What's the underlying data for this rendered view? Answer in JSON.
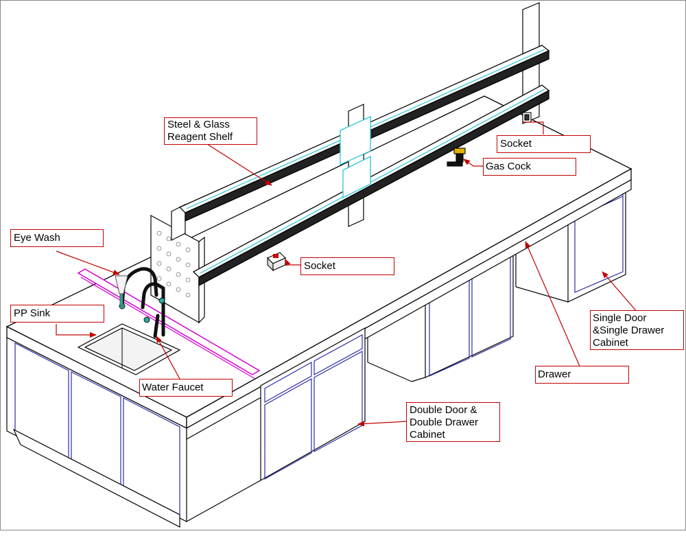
{
  "labels": {
    "steel_glass_shelf": "Steel & Glass\nReagent Shelf",
    "socket_right": "Socket",
    "gas_cock": "Gas Cock",
    "eye_wash": "Eye Wash",
    "socket_center": "Socket",
    "pp_sink": "PP Sink",
    "water_faucet": "Water Faucet",
    "single_door_cabinet": "Single Door\n&Single Drawer\nCabinet",
    "drawer": "Drawer",
    "double_door_cabinet": "Double Door &\nDouble Drawer\nCabinet"
  },
  "colors": {
    "outline": "#000000",
    "cabinet_trim": "#2a2aa8",
    "shelf_glass": "#25c4d8",
    "pipe_highlight": "#d400d4",
    "faucet_valve": "#2aa89a",
    "label_border": "#c00000",
    "leader_line": "#c00000"
  }
}
